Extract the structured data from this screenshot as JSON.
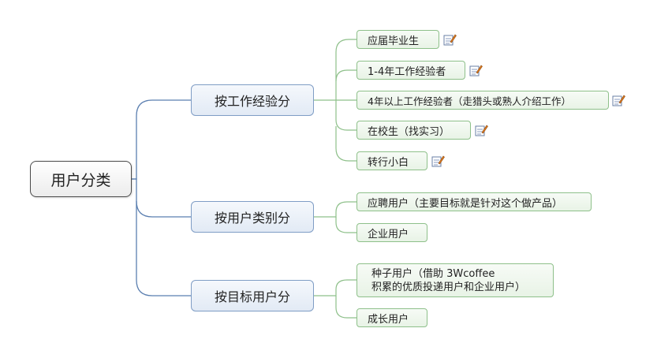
{
  "root": {
    "label": "用户分类"
  },
  "categories": [
    {
      "label": "按工作经验分",
      "children": [
        {
          "label": "应届毕业生",
          "note": true
        },
        {
          "label": "1-4年工作经验者",
          "note": true
        },
        {
          "label": "4年以上工作经验者（走猎头或熟人介绍工作）",
          "note": true
        },
        {
          "label": "在校生（找实习）",
          "note": true
        },
        {
          "label": "转行小白",
          "note": true
        }
      ]
    },
    {
      "label": "按用户类别分",
      "children": [
        {
          "label": "应聘用户（主要目标就是针对这个做产品）"
        },
        {
          "label": "企业用户"
        }
      ]
    },
    {
      "label": "按目标用户分",
      "children": [
        {
          "line1": "种子用户（借助 3Wcoffee",
          "line2": "积累的优质投递用户和企业用户）"
        },
        {
          "label": "成长用户"
        }
      ]
    }
  ],
  "colors": {
    "connector": "#5b7fb0",
    "leaf_connector": "#8ec08a",
    "leaf_border": "#8ec08a",
    "category_border": "#7f9dc5"
  },
  "icons": {
    "note": "note-icon"
  }
}
